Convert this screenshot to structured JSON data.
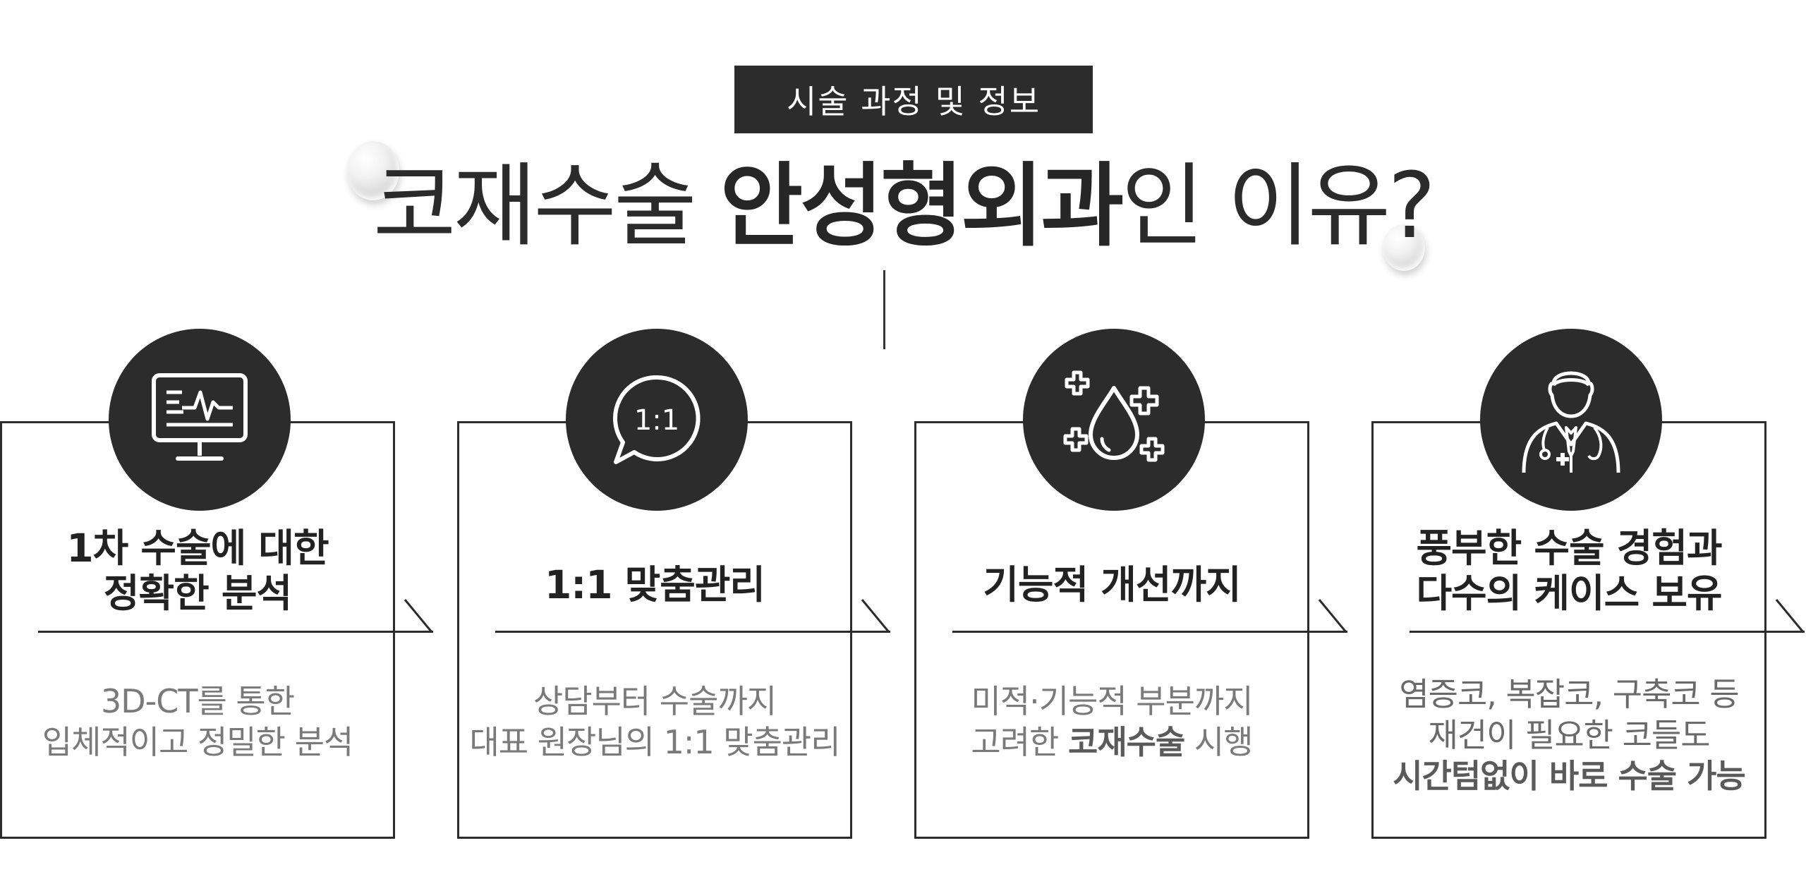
{
  "header": {
    "badge": "시술 과정 및 정보",
    "headline_part1": "코재수술 ",
    "headline_bold": "안성형외과",
    "headline_part2": "인 이유?"
  },
  "cards": [
    {
      "icon": "monitor-heartbeat-icon",
      "title_lines": [
        "1차 수술에 대한",
        "정확한 분석"
      ],
      "desc_lines": [
        "3D-CT를 통한",
        "입체적이고 정밀한 분석"
      ]
    },
    {
      "icon": "speech-bubble-1to1-icon",
      "icon_text": "1:1",
      "title_lines": [
        "1:1 맞춤관리"
      ],
      "desc_lines": [
        "상담부터 수술까지",
        "대표 원장님의 1:1 맞춤관리"
      ]
    },
    {
      "icon": "drop-with-crosses-icon",
      "title_lines": [
        "기능적 개선까지"
      ],
      "desc_lines": [
        "미적·기능적 부분까지",
        "고려한 ",
        "코재수술",
        " 시행"
      ]
    },
    {
      "icon": "doctor-icon",
      "title_lines": [
        "풍부한 수술 경험과",
        "다수의 케이스 보유"
      ],
      "desc_lines": [
        "염증코, 복잡코, 구축코 등",
        "재건이 필요한 코들도",
        "시간텀없이 바로 수술 가능"
      ]
    }
  ],
  "colors": {
    "dark": "#2c2c2c",
    "text": "#2b2b2b",
    "muted": "#7a7a7a",
    "background": "#ffffff"
  }
}
